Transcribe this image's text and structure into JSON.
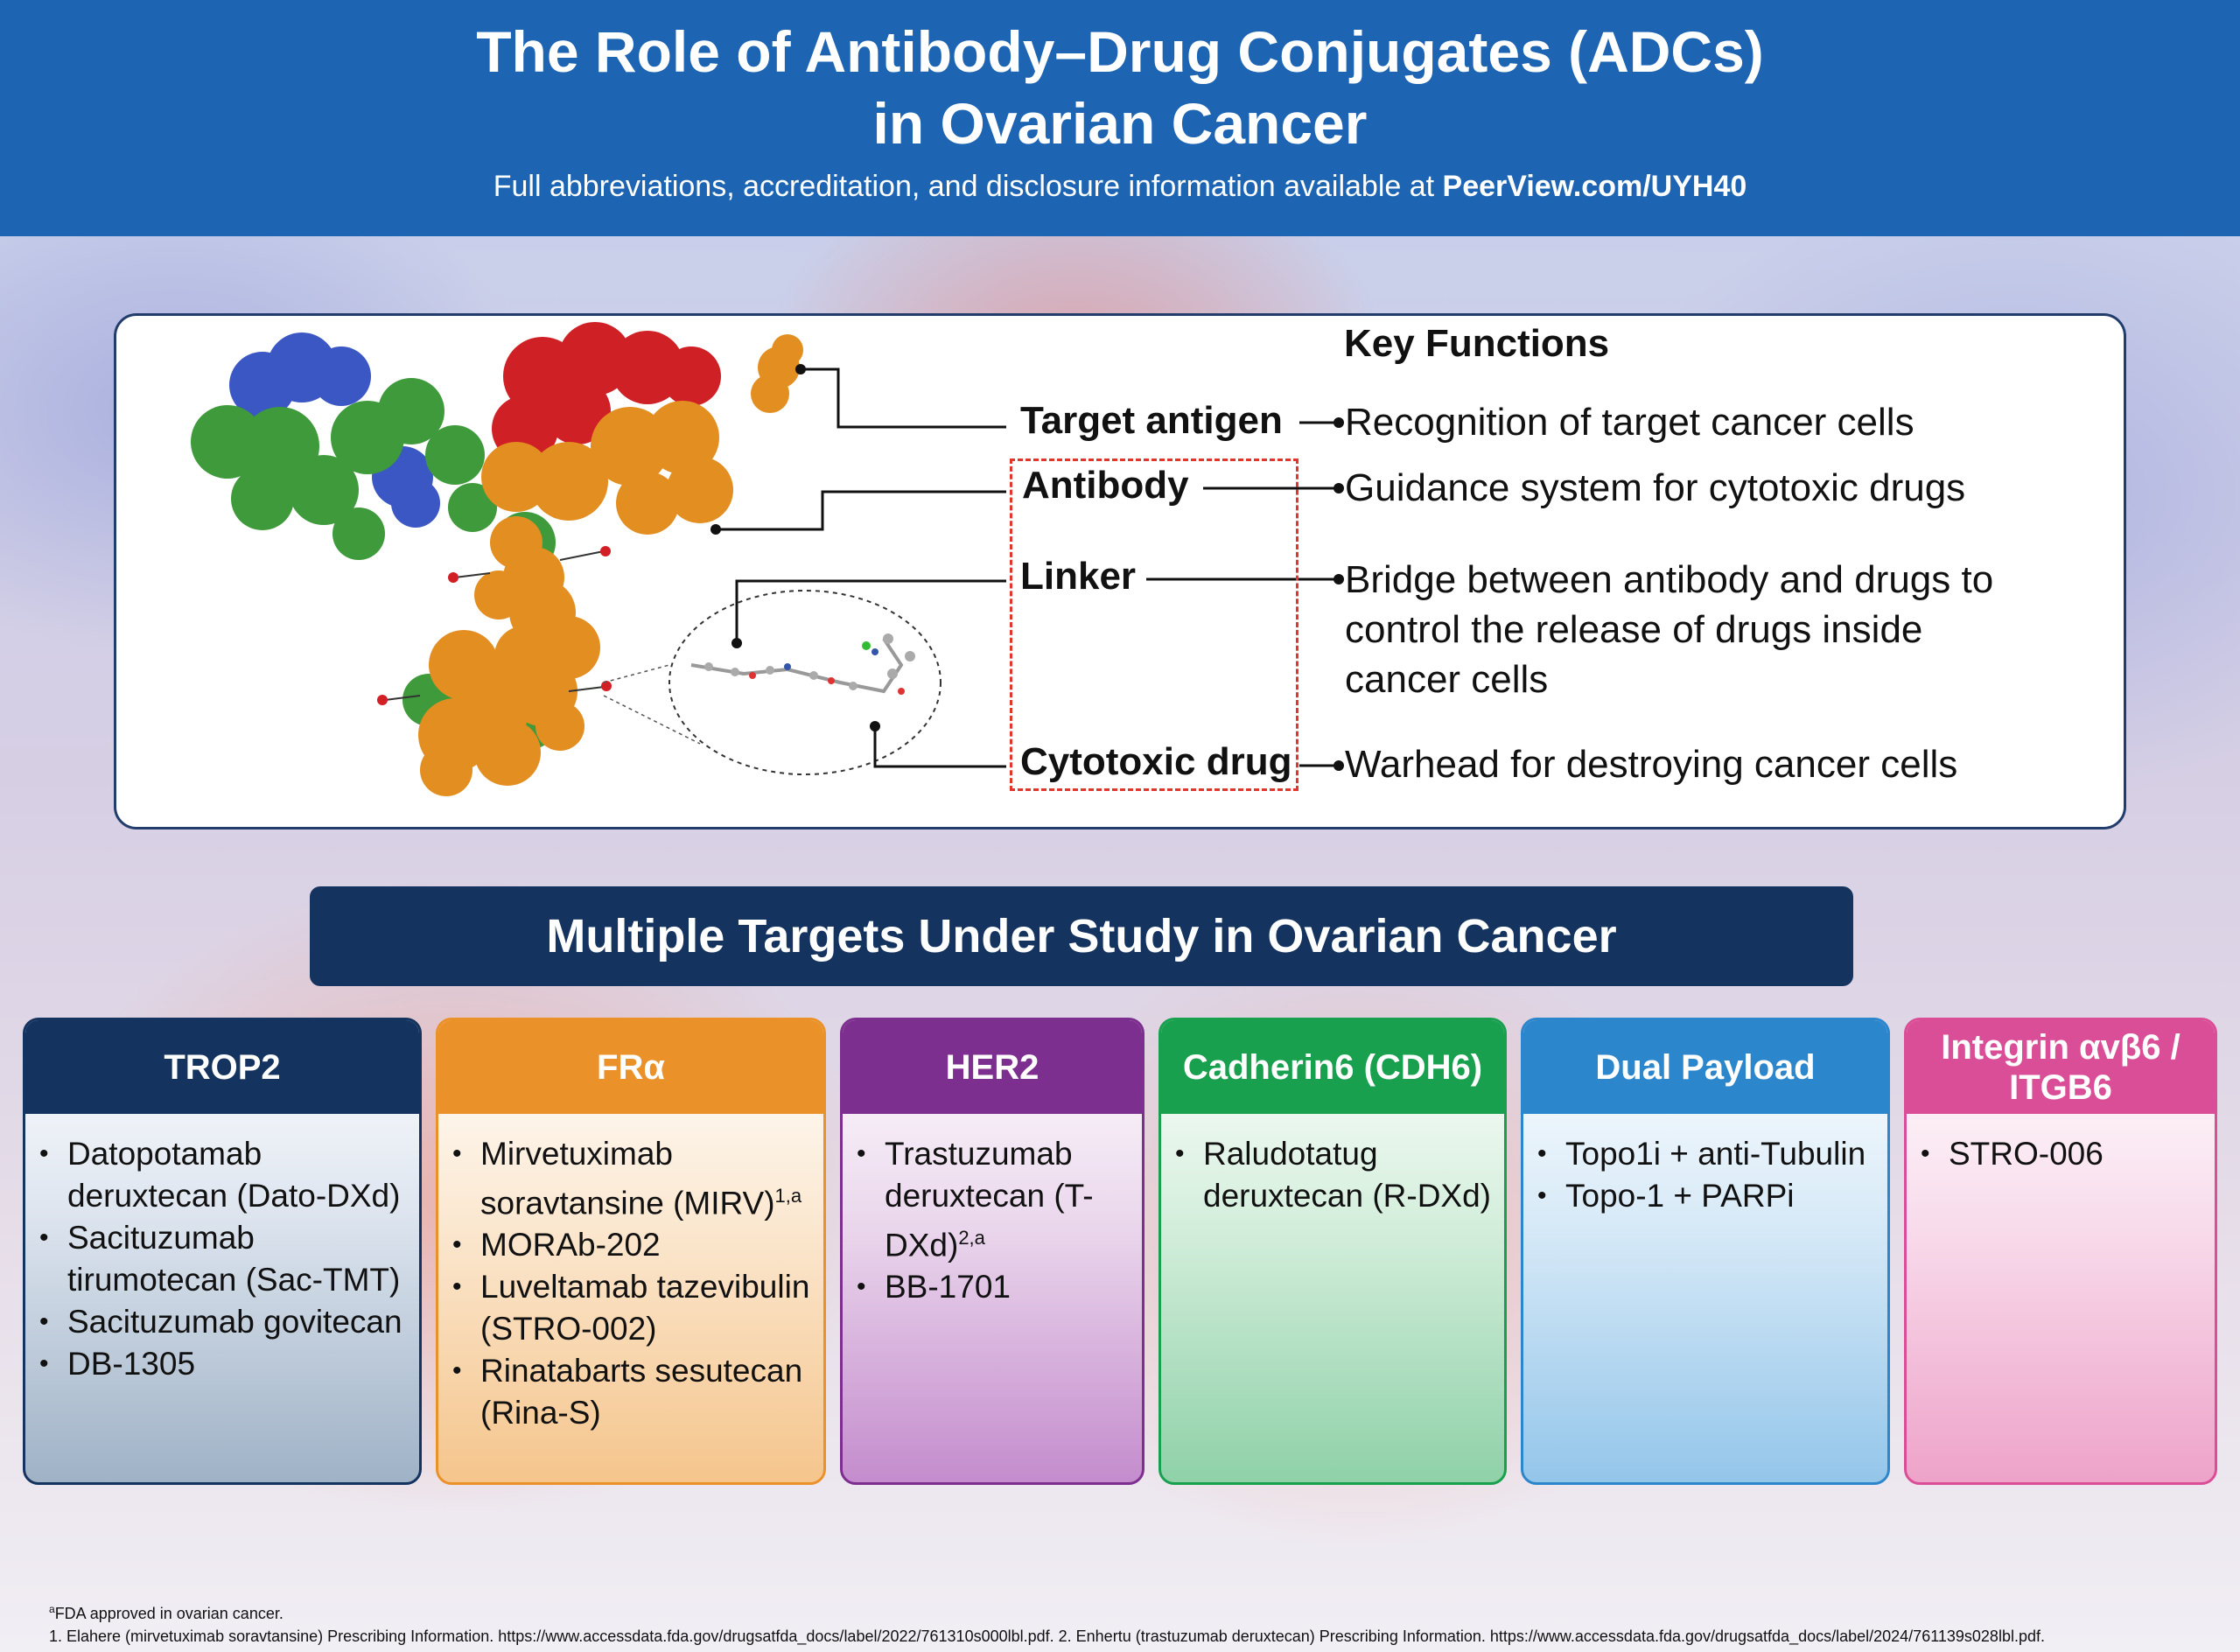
{
  "header": {
    "title_line1": "The Role of Antibody–Drug Conjugates (ADCs)",
    "title_line2": "in Ovarian Cancer",
    "subtitle_prefix": "Full abbreviations, accreditation, and disclosure information available at ",
    "subtitle_link": "PeerView.com/UYH40"
  },
  "key_functions": {
    "title": "Key Functions",
    "rows": [
      {
        "label": "Target antigen",
        "function": "Recognition of target cancer cells"
      },
      {
        "label": "Antibody",
        "function": "Guidance system for cytotoxic drugs"
      },
      {
        "label": "Linker",
        "function": "Bridge between antibody and drugs to control the release of drugs inside cancer cells"
      },
      {
        "label": "Cytotoxic drug",
        "function": "Warhead for destroying cancer cells"
      }
    ]
  },
  "targets_banner": "Multiple Targets Under Study in Ovarian Cancer",
  "targets": [
    {
      "name": "TROP2",
      "color": "#14335e",
      "items": [
        "Datopotamab deruxtecan (Dato-DXd)",
        "Sacituzumab tirumotecan (Sac-TMT)",
        "Sacituzumab govitecan",
        "DB-1305"
      ]
    },
    {
      "name": "FRα",
      "color": "#ea9129",
      "items": [
        "Mirvetuximab soravtansine (MIRV)",
        "MORAb-202",
        "Luveltamab tazevibulin (STRO-002)",
        "Rinatabarts sesutecan (Rina-S)"
      ],
      "sup0": "1,a"
    },
    {
      "name": "HER2",
      "color": "#7d2f8f",
      "items": [
        "Trastuzumab deruxtecan (T-DXd)",
        "BB-1701"
      ],
      "sup0": "2,a"
    },
    {
      "name": "Cadherin6 (CDH6)",
      "color": "#19a04f",
      "items": [
        "Raludotatug deruxtecan (R-DXd)"
      ]
    },
    {
      "name": "Dual Payload",
      "color": "#2c86cb",
      "items": [
        "Topo1i + anti-Tubulin",
        "Topo-1 + PARPi"
      ]
    },
    {
      "name": "Integrin αvβ6 / ITGB6",
      "color": "#da4e97",
      "items": [
        "STRO-006"
      ]
    }
  ],
  "footnotes": {
    "a": "FDA approved in ovarian cancer.",
    "refs": "1. Elahere (mirvetuximab soravtansine) Prescribing Information. https://www.accessdata.fda.gov/drugsatfda_docs/label/2022/761310s000lbl.pdf. 2. Enhertu (trastuzumab deruxtecan) Prescribing Information. https://www.accessdata.fda.gov/drugsatfda_docs/label/2024/761139s028lbl.pdf."
  }
}
